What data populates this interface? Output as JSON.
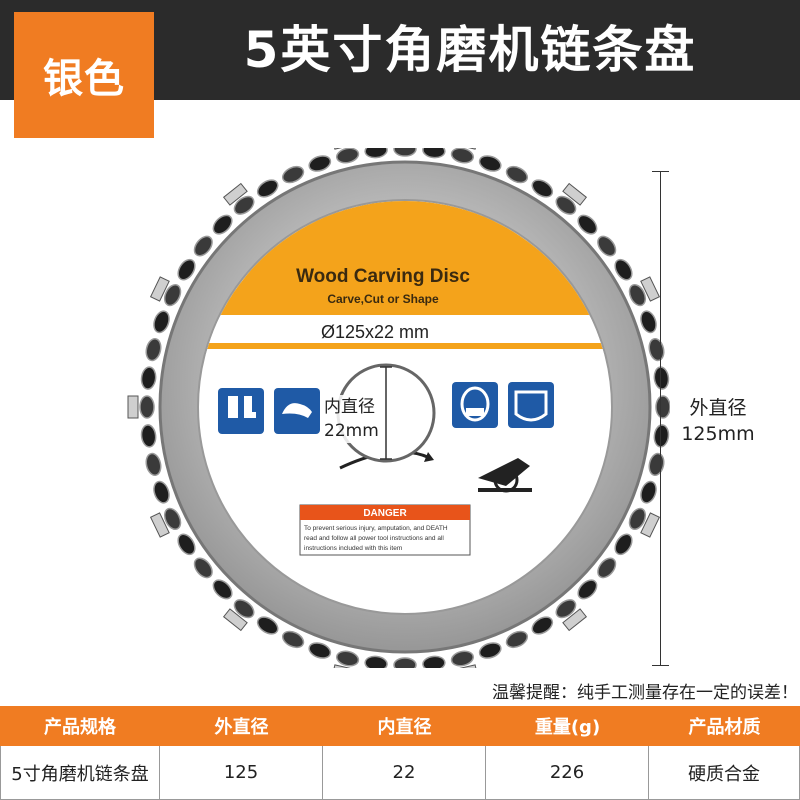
{
  "header": {
    "color_tag": "银色",
    "title": "5英寸角磨机链条盘"
  },
  "disc_label": {
    "brand_title": "Wood Carving Disc",
    "subtitle": "Carve,Cut or Shape",
    "spec": "Ø125x22 mm",
    "danger_title": "DANGER",
    "danger_text_1": "To prevent serious injury, amputation, and DEATH",
    "danger_text_2": "read and follow all power tool instructions and all",
    "danger_text_3": "instructions included with this item",
    "safety_icons": [
      "boots-icon",
      "gloves-icon",
      "mask-icon",
      "face-shield-icon"
    ]
  },
  "dimensions": {
    "inner_label_1": "内直径",
    "inner_label_2": "22mm",
    "outer_label_1": "外直径",
    "outer_label_2": "125mm"
  },
  "notice": "温馨提醒：纯手工测量存在一定的误差！",
  "spec_table": {
    "headers": [
      "产品规格",
      "外直径",
      "内直径",
      "重量(g)",
      "产品材质"
    ],
    "row": [
      "5寸角磨机链条盘",
      "125",
      "22",
      "226",
      "硬质合金"
    ]
  },
  "colors": {
    "accent": "#f07c22",
    "header_bg": "#2b2b2b",
    "label_orange": "#f4a31b"
  }
}
